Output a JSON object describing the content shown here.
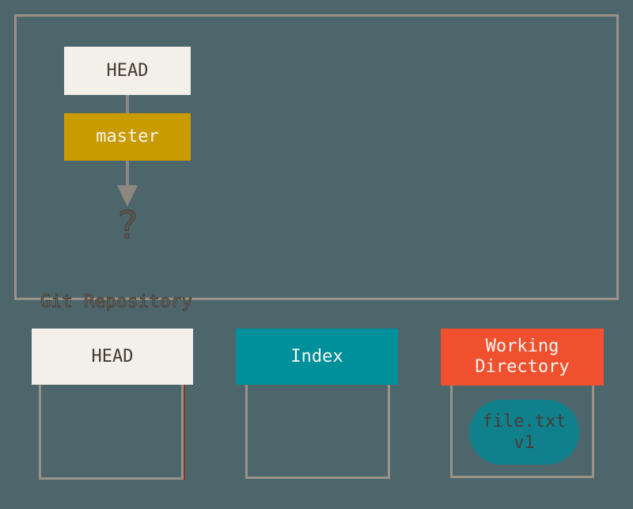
{
  "colors": {
    "background": "#4D666C",
    "panel-border": "#9B9286",
    "cream": "#F2F0E9",
    "cream-text": "#443B33",
    "gold": "#C89B00",
    "teal": "#00909B",
    "teal-dark": "#10808C",
    "red": "#F1502F",
    "white-text": "#F7F5EF",
    "arrow": "#8D8780",
    "muted-text": "#756D62",
    "label-stroke": "#46413A",
    "question-fill": "#5B554D",
    "dark-text": "#463F37",
    "red-edge": "#84352A"
  },
  "repository": {
    "label": "Git Repository",
    "head": "HEAD",
    "branch": "master",
    "unknown_target": "?"
  },
  "columns": [
    {
      "id": "head",
      "label": "HEAD"
    },
    {
      "id": "index",
      "label": "Index"
    },
    {
      "id": "working_directory",
      "label": "Working Directory"
    }
  ],
  "working_file": {
    "name": "file.txt",
    "version": "v1"
  }
}
